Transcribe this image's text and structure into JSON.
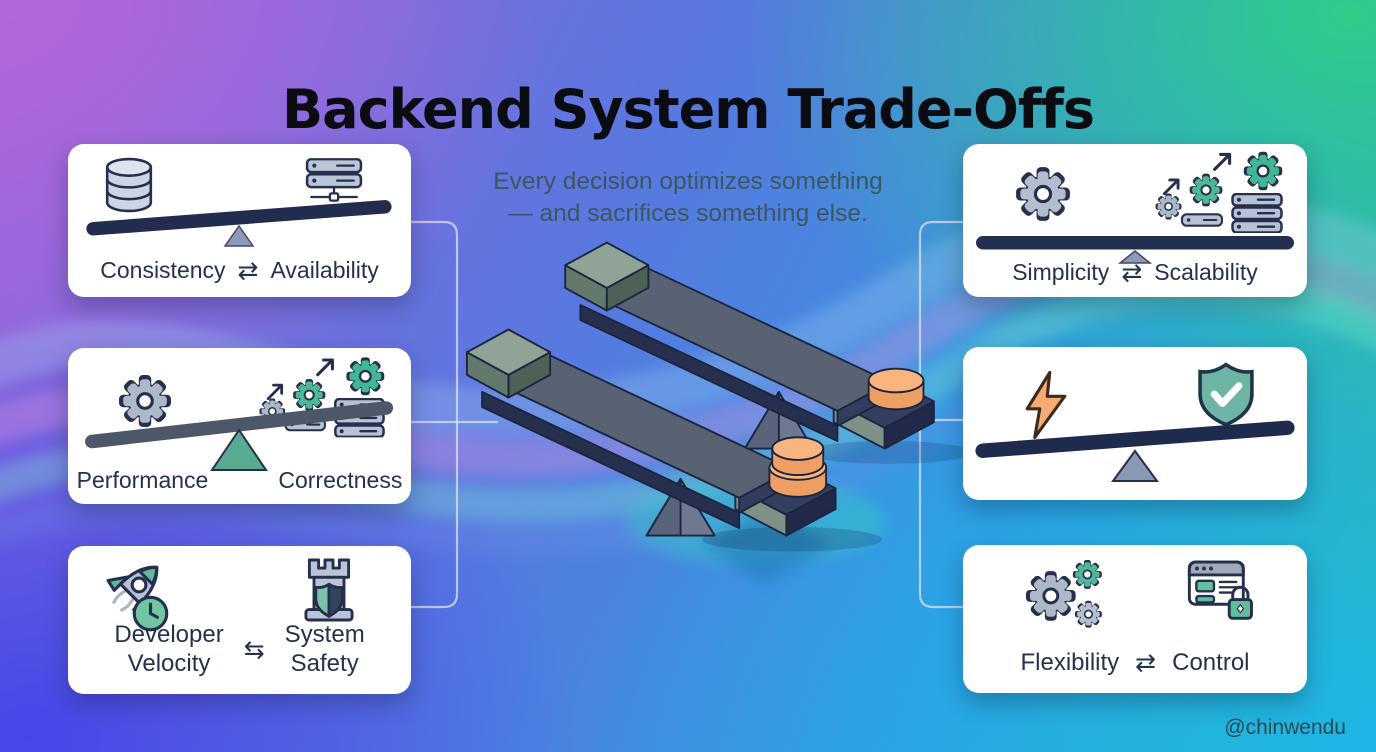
{
  "title": "Backend System Trade-Offs",
  "subtitle": {
    "line1": "Every decision optimizes something",
    "line2": "— and sacrifices something else."
  },
  "watermark": "@chinwendu",
  "cards": [
    {
      "id": "consistency-availability",
      "left_label": "Consistency",
      "separator": "⇄",
      "right_label": "Availability",
      "left_icon": "database-icon",
      "right_icon": "server-rack-icon",
      "balance": "tilted-left-down",
      "fulcrum": "small-gray"
    },
    {
      "id": "performance-correctness",
      "left_label": "Performance",
      "right_label": "Correctness",
      "left_icon": "gear-icon",
      "right_icon": "scaling-gears-servers-icon",
      "balance": "tilted-left-down",
      "fulcrum": "large-teal"
    },
    {
      "id": "developer-velocity-system-safety",
      "left_label_line1": "Developer",
      "left_label_line2": "Velocity",
      "separator": "⇆",
      "right_label_line1": "System",
      "right_label_line2": "Safety",
      "left_icon": "rocket-clock-icon",
      "right_icon": "castle-shield-icon"
    },
    {
      "id": "simplicity-scalability",
      "left_label": "Simplicity",
      "separator": "⇄",
      "right_label": "Scalability",
      "left_icon": "gear-icon",
      "right_icon": "scaling-gears-servers-icon",
      "balance": "level",
      "fulcrum": "small-gray"
    },
    {
      "id": "speed-vs-safety",
      "left_icon": "lightning-icon",
      "right_icon": "shield-check-icon",
      "balance": "tilted-left-down",
      "fulcrum": "medium-gray"
    },
    {
      "id": "flexibility-control",
      "left_label": "Flexibility",
      "separator": "⇄",
      "right_label": "Control",
      "left_icon": "gears-cluster-icon",
      "right_icon": "browser-lock-icon"
    }
  ],
  "colors": {
    "bg_top_left": "#b266d9",
    "bg_top_right": "#2ecc8a",
    "bg_bottom_left": "#4547e8",
    "bg_bottom_right": "#1eb4e8",
    "card_background": "#ffffff",
    "text": "#25324b",
    "accent_teal": "#4db898",
    "accent_orange": "#f2a46e",
    "seesaw_navy": "#222c4e",
    "seesaw_gray": "#4d5768",
    "fulcrum_gray": "#8d99b6",
    "fulcrum_teal": "#58ab92"
  }
}
